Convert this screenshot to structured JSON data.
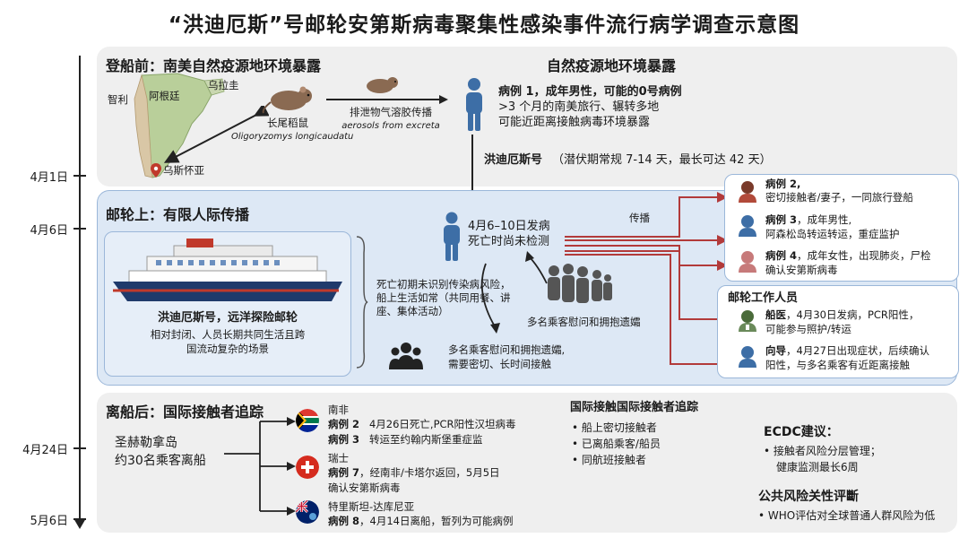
{
  "title": "“洪迪厄斯”号邮轮安第斯病毒聚集性感染事件流行病学调查示意图",
  "timeline": {
    "t1": "4月1日",
    "t2": "4月6日",
    "t3": "4月24日",
    "t4": "5月6日"
  },
  "pre_boarding": {
    "heading": "登船前：南美自然疫源地环境暴露",
    "right_heading": "自然疫源地环境暴露",
    "map_labels": {
      "chile": "智利",
      "argentina": "阿根廷",
      "uruguay": "乌拉圭",
      "ushuaia": "乌斯怀亚"
    },
    "rat_name": "长尾稻鼠",
    "rat_latin": "Oligoryzomys longicaudatu",
    "transmission": "排泄物气溶胶传播",
    "transmission_en": "aerosols from excreta",
    "case1_line1": "病例 1，成年男性，可能的0号病例",
    "case1_line2": ">3 个月的南美旅行、辗转多地",
    "case1_line3": "可能近距离接触病毒环境暴露",
    "ship_label": "洪迪厄斯号",
    "incubation": "（潜伏期常规 7-14 天，最长可达 42 天）"
  },
  "on_board": {
    "heading": "邮轮上：有限人际传播",
    "ship_title": "洪迪厄斯号，远洋探险邮轮",
    "ship_desc1": "相对封闭、人员长期共同生活且跨",
    "ship_desc2": "国流动复杂的场景",
    "notice": "死亡初期未识别传染病风险，船上生活如常（共同用餐、讲座、集体活动）",
    "onset1": "4月6–10日发病",
    "onset2": "死亡时尚未检测",
    "spread": "传播",
    "mourning": "多名乘客慰问和拥抱遗孀",
    "contact1": "多名乘客慰问和拥抱遗孀,",
    "contact2": "需要密切、长时间接触",
    "cases": [
      {
        "name": "病例 2,",
        "desc": "密切接触者/妻子，一同旅行登船"
      },
      {
        "name": "病例 3",
        "desc": "，成年男性,",
        "desc2": "阿森松岛转运转运，重症监护"
      },
      {
        "name": "病例 4",
        "desc": "，成年女性，出现肺炎，尸检",
        "desc2": "确认安第斯病毒"
      }
    ],
    "crew_heading": "邮轮工作人员",
    "crew": [
      {
        "name": "船医",
        "desc": "，4月30日发病，PCR阳性，",
        "desc2": "可能参与照护/转运"
      },
      {
        "name": "向导",
        "desc": "，4月27日出现症状，后续确认",
        "desc2": "阳性，与多名乘客有近距离接触"
      }
    ]
  },
  "post": {
    "heading": "离船后：国际接触者追踪",
    "island": "圣赫勒拿岛",
    "disembark": "约30名乘客离船",
    "groups": [
      {
        "country": "南非",
        "l1a": "病例 2",
        "l1b": "4月26日死亡,PCR阳性汉坦病毒",
        "l2a": "病例 3",
        "l2b": "转运至约翰内斯堡重症监"
      },
      {
        "country": "瑞士",
        "l1a": "病例 7",
        "l1b": "，经南非/卡塔尔返回，5月5日",
        "l2b": "确认安第斯病毒"
      },
      {
        "country": "特里斯坦-达库尼亚",
        "l1a": "病例 8",
        "l1b": "，4月14日离船，暂列为可能病例"
      }
    ],
    "tracing_heading": "国际接触国际接触者追踪",
    "tracing_items": [
      "船上密切接触者",
      "已离船乘客/船员",
      "同航班接触者"
    ],
    "ecdc_heading": "ECDC建议：",
    "ecdc_items": [
      "接触者风险分层管理；",
      "健康监测最长6周"
    ],
    "risk_heading": "公共风险关性评斷",
    "risk_item": "WHO评估对全球普通人群风险为低"
  },
  "colors": {
    "arrow_red": "#b23a3a",
    "person_blue": "#3d6ea6",
    "panel_blue": "#dde8f5"
  }
}
